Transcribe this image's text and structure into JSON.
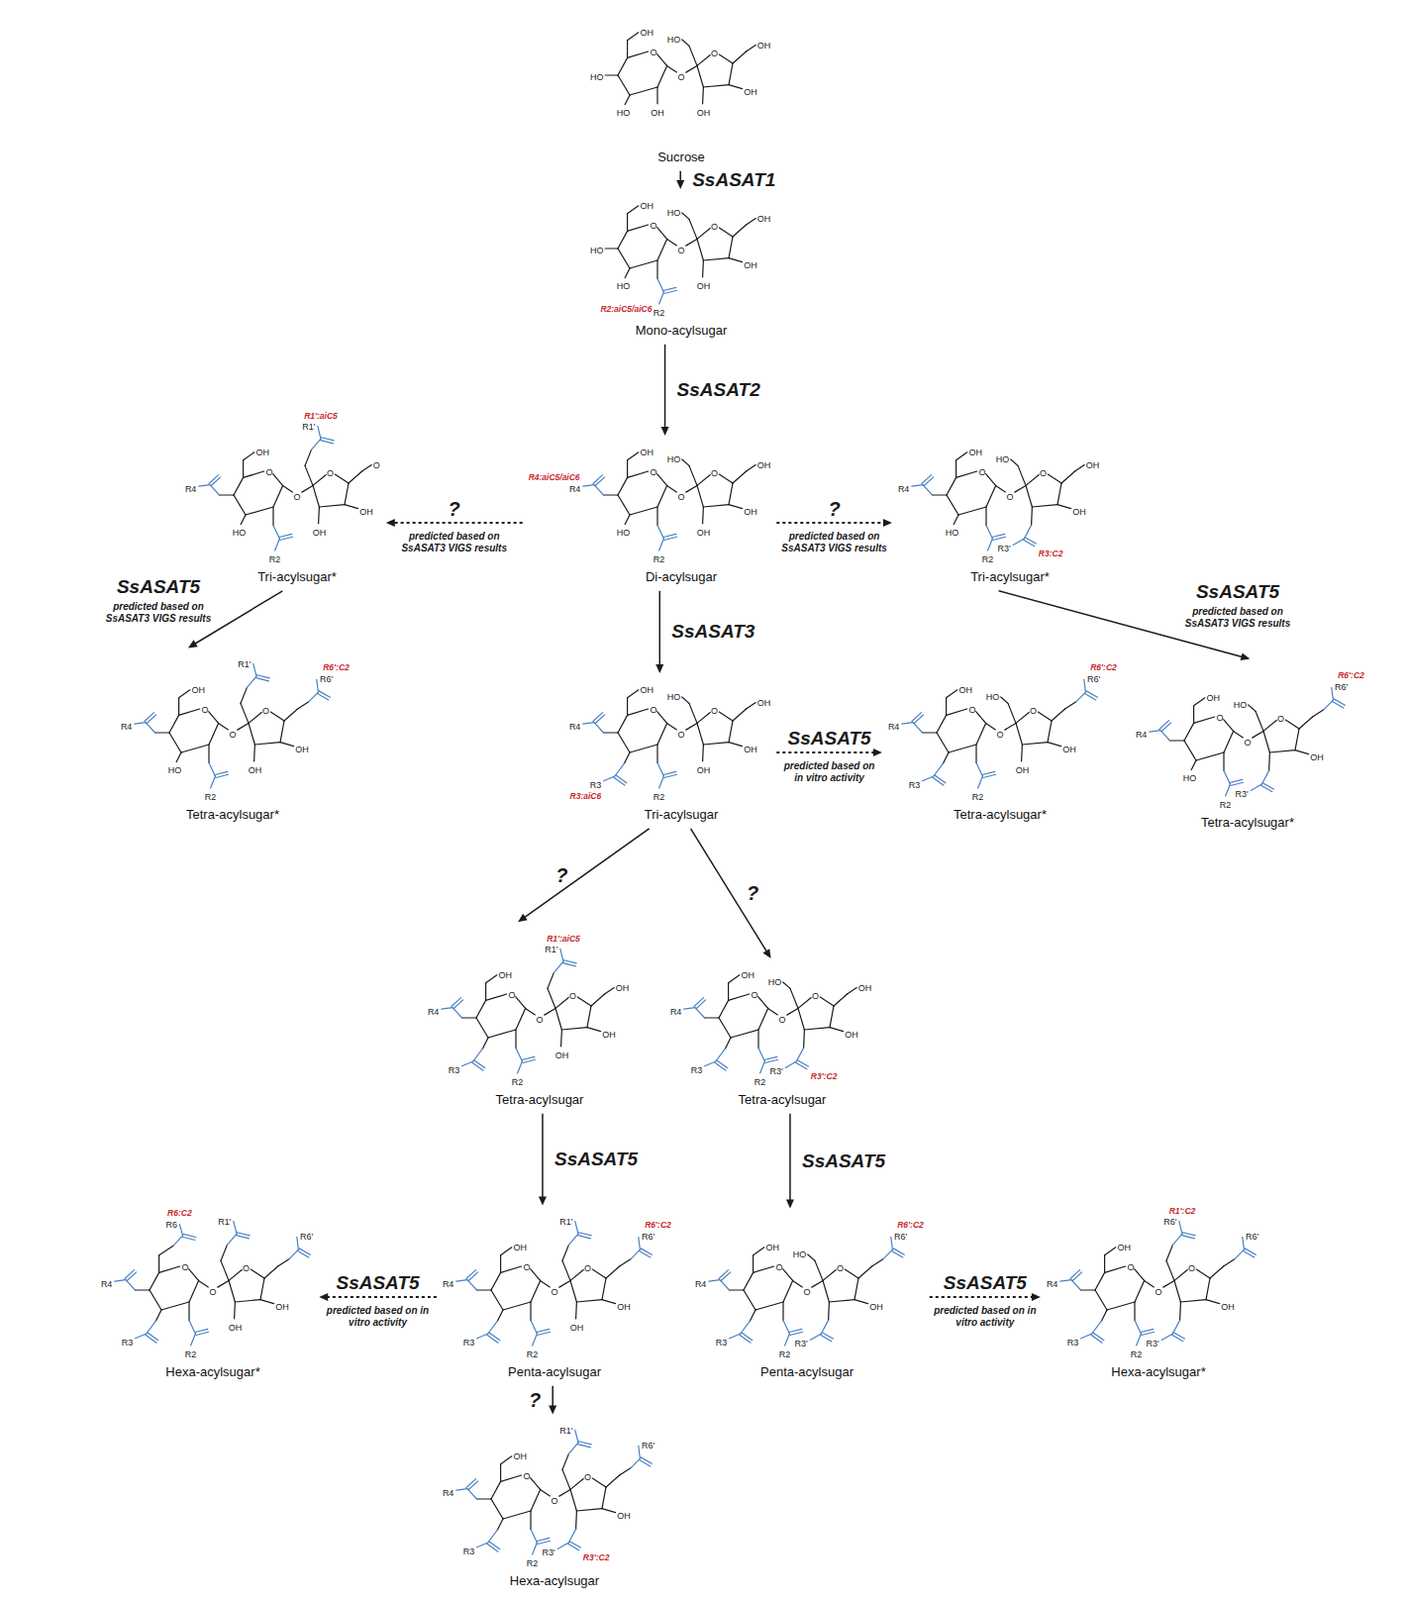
{
  "diagram": {
    "nodes": [
      {
        "text": [
          "Sucrose",
          "OH",
          "HO",
          "HO",
          "OH",
          "HO",
          "OH",
          "OH",
          "OH",
          "O",
          "O",
          "O"
        ]
      },
      {
        "text": [
          "Mono-acylsugar",
          "OH",
          "HO",
          "HO",
          "R2",
          "HO",
          "OH",
          "OH",
          "OH",
          "O",
          "O",
          "O",
          "R2:aiC5/aiC6"
        ]
      },
      {
        "text": [
          "Tri-acylsugar*",
          "OH",
          "R4",
          "HO",
          "R2",
          "R1'",
          "O",
          "OH",
          "OH",
          "O",
          "O",
          "O",
          "R1':aiC5"
        ]
      },
      {
        "text": [
          "Di-acylsugar",
          "OH",
          "R4",
          "HO",
          "R2",
          "HO",
          "OH",
          "OH",
          "OH",
          "O",
          "O",
          "O",
          "R4:aiC5/aiC6"
        ]
      },
      {
        "text": [
          "Tri-acylsugar*",
          "OH",
          "R4",
          "HO",
          "R2",
          "HO",
          "OH",
          "OH",
          "R3'",
          "O",
          "O",
          "O",
          "R3:C2"
        ]
      },
      {
        "text": [
          "Tetra-acylsugar*",
          "OH",
          "R4",
          "HO",
          "R2",
          "R1'",
          "R6'",
          "OH",
          "OH",
          "O",
          "O",
          "O",
          "R6':C2"
        ]
      },
      {
        "text": [
          "Tri-acylsugar",
          "OH",
          "R4",
          "R3",
          "R2",
          "HO",
          "OH",
          "OH",
          "OH",
          "O",
          "O",
          "O",
          "R3:aiC6"
        ]
      },
      {
        "text": [
          "Tetra-acylsugar*",
          "OH",
          "R4",
          "R3",
          "R2",
          "HO",
          "R6'",
          "OH",
          "OH",
          "O",
          "O",
          "O",
          "R6':C2"
        ]
      },
      {
        "text": [
          "Tetra-acylsugar*",
          "OH",
          "R4",
          "HO",
          "R2",
          "HO",
          "R6'",
          "OH",
          "R3'",
          "O",
          "O",
          "O",
          "R6':C2"
        ]
      },
      {
        "text": [
          "Tetra-acylsugar",
          "OH",
          "R4",
          "R3",
          "R2",
          "R1'",
          "OH",
          "OH",
          "OH",
          "O",
          "O",
          "O",
          "R1':aiC5"
        ]
      },
      {
        "text": [
          "Tetra-acylsugar",
          "OH",
          "R4",
          "R3",
          "R2",
          "HO",
          "OH",
          "OH",
          "R3'",
          "O",
          "O",
          "O",
          "R3':C2"
        ]
      },
      {
        "text": [
          "Hexa-acylsugar*",
          "R6",
          "R4",
          "R3",
          "R2",
          "R1'",
          "R6'",
          "OH",
          "OH",
          "O",
          "O",
          "O",
          "R6:C2"
        ]
      },
      {
        "text": [
          "Penta-acylsugar",
          "OH",
          "R4",
          "R3",
          "R2",
          "R1'",
          "R6'",
          "OH",
          "OH",
          "O",
          "O",
          "O",
          "R6':C2"
        ]
      },
      {
        "text": [
          "Penta-acylsugar",
          "OH",
          "R4",
          "R3",
          "R2",
          "HO",
          "R6'",
          "OH",
          "R3'",
          "O",
          "O",
          "O",
          "R6':C2"
        ]
      },
      {
        "text": [
          "Hexa-acylsugar*",
          "OH",
          "R4",
          "R3",
          "R2",
          "R6'",
          "R6'",
          "OH",
          "R3'",
          "O",
          "O",
          "O",
          "R1':C2"
        ]
      },
      {
        "text": [
          "Hexa-acylsugar",
          "OH",
          "R4",
          "R3",
          "R2",
          "R1'",
          "R6'",
          "OH",
          "R3'",
          "O",
          "O",
          "O",
          "R3':C2"
        ]
      }
    ],
    "edges": [
      {
        "from": 0,
        "to": 1,
        "label": "SsASAT1",
        "arrow": "to"
      },
      {
        "from": 1,
        "to": 3,
        "label": "SsASAT2",
        "arrow": "to"
      },
      {
        "from": 3,
        "to": 2,
        "label": "?",
        "arrow": "to"
      },
      {
        "from": 3,
        "to": 4,
        "label": "?",
        "arrow": "to"
      },
      {
        "from": 2,
        "to": 5,
        "label": "SsASAT5",
        "arrow": "to"
      },
      {
        "from": 4,
        "to": 8,
        "label": "SsASAT5",
        "arrow": "to"
      },
      {
        "from": 3,
        "to": 6,
        "label": "SsASAT3",
        "arrow": "to"
      },
      {
        "from": 6,
        "to": 7,
        "label": "SsASAT5",
        "arrow": "to"
      },
      {
        "from": 6,
        "to": 9,
        "label": "?",
        "arrow": "to"
      },
      {
        "from": 6,
        "to": 10,
        "label": "?",
        "arrow": "to"
      },
      {
        "from": 9,
        "to": 12,
        "label": "SsASAT5",
        "arrow": "to"
      },
      {
        "from": 10,
        "to": 13,
        "label": "SsASAT5",
        "arrow": "to"
      },
      {
        "from": 12,
        "to": 11,
        "label": "SsASAT5",
        "arrow": "to"
      },
      {
        "from": 13,
        "to": 14,
        "label": "SsASAT5",
        "arrow": "to"
      },
      {
        "from": 12,
        "to": 15,
        "label": "?",
        "arrow": "to"
      }
    ],
    "labels": [
      "predicted based on SsASAT3 VIGS results",
      "predicted based on SsASAT3 VIGS results",
      "predicted based on SsASAT3 VIGS results",
      "predicted based on SsASAT3 VIGS results",
      "predicted based on in vitro activity",
      "predicted based on in vitro activity",
      "predicted based on in vitro activity"
    ]
  }
}
